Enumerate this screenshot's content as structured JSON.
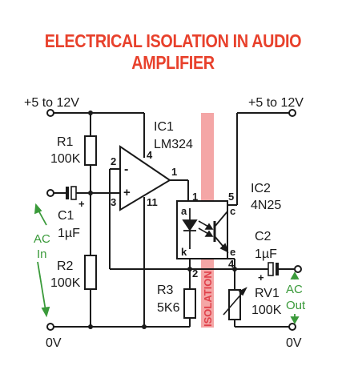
{
  "title": "ELECTRICAL ISOLATION IN AUDIO AMPLIFIER",
  "colors": {
    "title": "#e8412c",
    "isolation_bar": "#f4a6a6",
    "isolation_text": "#e0404a",
    "annotation": "#3a9a3a",
    "wire": "#1a1a1a"
  },
  "supply_left": "+5 to 12V",
  "supply_right": "+5 to 12V",
  "ground_left": "0V",
  "ground_right": "0V",
  "ic1": {
    "name": "IC1",
    "part": "LM324",
    "pins": {
      "inv": "2",
      "noninv": "3",
      "vcc": "4",
      "out": "1",
      "gnd": "11"
    },
    "minus": "-",
    "plus": "+"
  },
  "ic2": {
    "name": "IC2",
    "part": "4N25",
    "pins": {
      "a": "1",
      "k": "2",
      "c": "5",
      "e": "4"
    },
    "letters": {
      "a": "a",
      "k": "k",
      "c": "c",
      "e": "e"
    }
  },
  "r1": {
    "name": "R1",
    "value": "100K"
  },
  "r2": {
    "name": "R2",
    "value": "100K"
  },
  "r3": {
    "name": "R3",
    "value": "5K6"
  },
  "c1": {
    "name": "C1",
    "value": "1µF",
    "plus": "+"
  },
  "c2": {
    "name": "C2",
    "value": "1µF",
    "plus": "+"
  },
  "rv1": {
    "name": "RV1",
    "value": "100K"
  },
  "ac_in": {
    "line1": "AC",
    "line2": "In"
  },
  "ac_out": {
    "line1": "AC",
    "line2": "Out"
  },
  "isolation_label": "ISOLATION"
}
